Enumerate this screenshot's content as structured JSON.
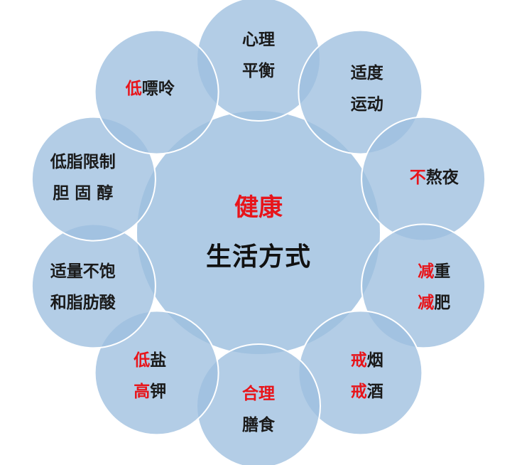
{
  "center": {
    "title": "健康",
    "subtitle": "生活方式"
  },
  "colors": {
    "circle_fill": "#9dbfdf",
    "circle_stroke": "#ffffff",
    "accent_red": "#e8141a",
    "text_dark": "#1a1a1a"
  },
  "items": [
    {
      "id": "xinli",
      "lines": [
        {
          "parts": [
            {
              "t": "心理"
            }
          ]
        },
        {
          "parts": [
            {
              "t": "平衡"
            }
          ]
        }
      ]
    },
    {
      "id": "yundong",
      "lines": [
        {
          "parts": [
            {
              "t": "适度"
            }
          ]
        },
        {
          "parts": [
            {
              "t": "运动"
            }
          ]
        }
      ]
    },
    {
      "id": "aoye",
      "lines": [
        {
          "parts": [
            {
              "t": "不",
              "red": true
            },
            {
              "t": "熬夜"
            }
          ]
        }
      ]
    },
    {
      "id": "jianfei",
      "lines": [
        {
          "parts": [
            {
              "t": "减",
              "red": true
            },
            {
              "t": "重"
            }
          ]
        },
        {
          "parts": [
            {
              "t": "减",
              "red": true
            },
            {
              "t": "肥"
            }
          ]
        }
      ]
    },
    {
      "id": "jieyan",
      "lines": [
        {
          "parts": [
            {
              "t": "戒",
              "red": true
            },
            {
              "t": "烟"
            }
          ]
        },
        {
          "parts": [
            {
              "t": "戒",
              "red": true
            },
            {
              "t": "酒"
            }
          ]
        }
      ]
    },
    {
      "id": "shanshi",
      "lines": [
        {
          "parts": [
            {
              "t": "合理",
              "red": true
            }
          ]
        },
        {
          "parts": [
            {
              "t": "膳食"
            }
          ]
        }
      ]
    },
    {
      "id": "yanjia",
      "lines": [
        {
          "parts": [
            {
              "t": "低",
              "red": true
            },
            {
              "t": "盐"
            }
          ]
        },
        {
          "parts": [
            {
              "t": "高",
              "red": true
            },
            {
              "t": "钾"
            }
          ]
        }
      ]
    },
    {
      "id": "zhifang",
      "lines": [
        {
          "parts": [
            {
              "t": "适量不饱"
            }
          ]
        },
        {
          "parts": [
            {
              "t": "和脂肪酸"
            }
          ]
        }
      ]
    },
    {
      "id": "danguchun",
      "lines": [
        {
          "parts": [
            {
              "t": "低脂限制"
            }
          ]
        },
        {
          "parts": [
            {
              "t": "胆 固 醇"
            }
          ]
        }
      ]
    },
    {
      "id": "piaoling",
      "lines": [
        {
          "parts": [
            {
              "t": "低",
              "red": true
            },
            {
              "t": "嘌呤"
            }
          ]
        }
      ]
    }
  ]
}
